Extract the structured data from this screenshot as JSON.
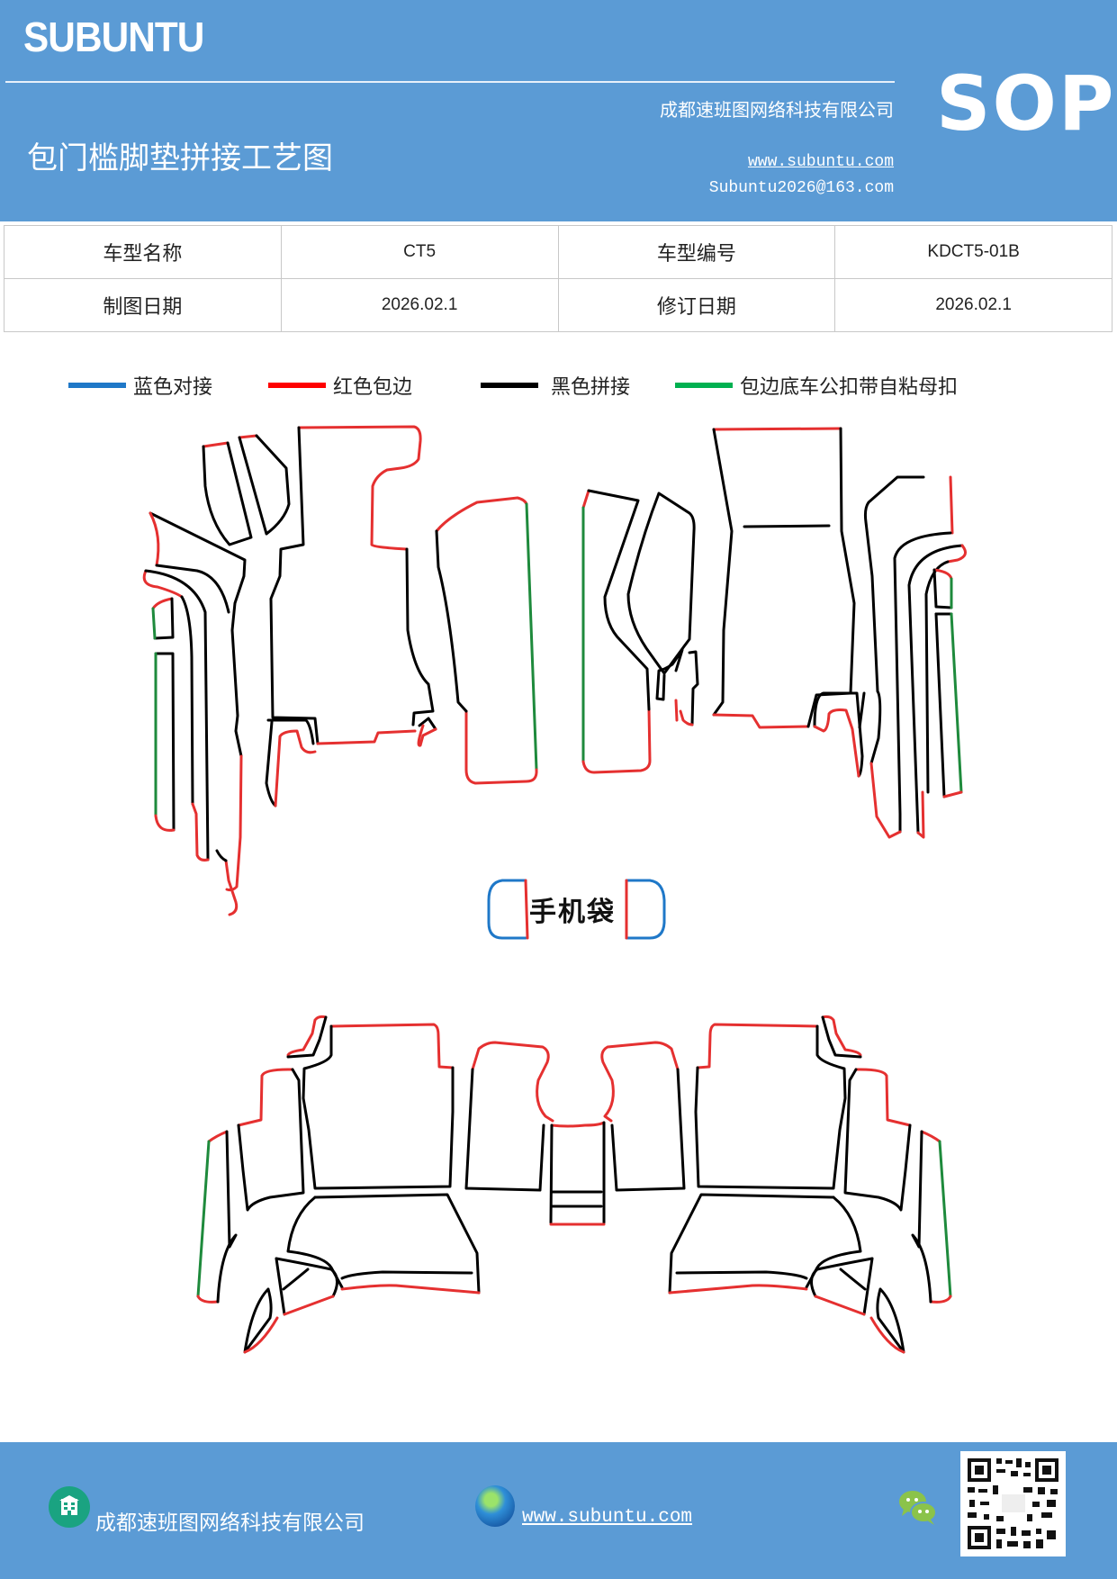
{
  "header": {
    "brand": "SUBUNTU",
    "title": "包门槛脚垫拼接工艺图",
    "company": "成都速班图网络科技有限公司",
    "website": "www.subuntu.com",
    "email": "Subuntu2026@163.com",
    "badge": "SOP",
    "background_color": "#5b9bd5"
  },
  "info_table": {
    "rows": [
      [
        {
          "label": "车型名称"
        },
        {
          "value": "CT5"
        },
        {
          "label": "车型编号"
        },
        {
          "value": "KDCT5-01B"
        }
      ],
      [
        {
          "label": "制图日期"
        },
        {
          "value": "2026.02.1"
        },
        {
          "label": "修订日期"
        },
        {
          "value": "2026.02.1"
        }
      ]
    ]
  },
  "legend": [
    {
      "label": "蓝色对接",
      "color": "#1f78c8"
    },
    {
      "label": "红色包边",
      "color": "#ff0000"
    },
    {
      "label": "黑色拼接",
      "color": "#000000"
    },
    {
      "label": "包边底车公扣带自粘母扣",
      "color": "#00b050"
    }
  ],
  "diagram": {
    "phone_pocket_label": "手机袋",
    "sections": [
      "front-left",
      "front-right",
      "phone-pocket",
      "rear"
    ]
  },
  "footer": {
    "company": "成都速班图网络科技有限公司",
    "website": "www.subuntu.com ",
    "icons": [
      "building-icon",
      "globe-icon",
      "wechat-icon",
      "qr-code"
    ]
  }
}
